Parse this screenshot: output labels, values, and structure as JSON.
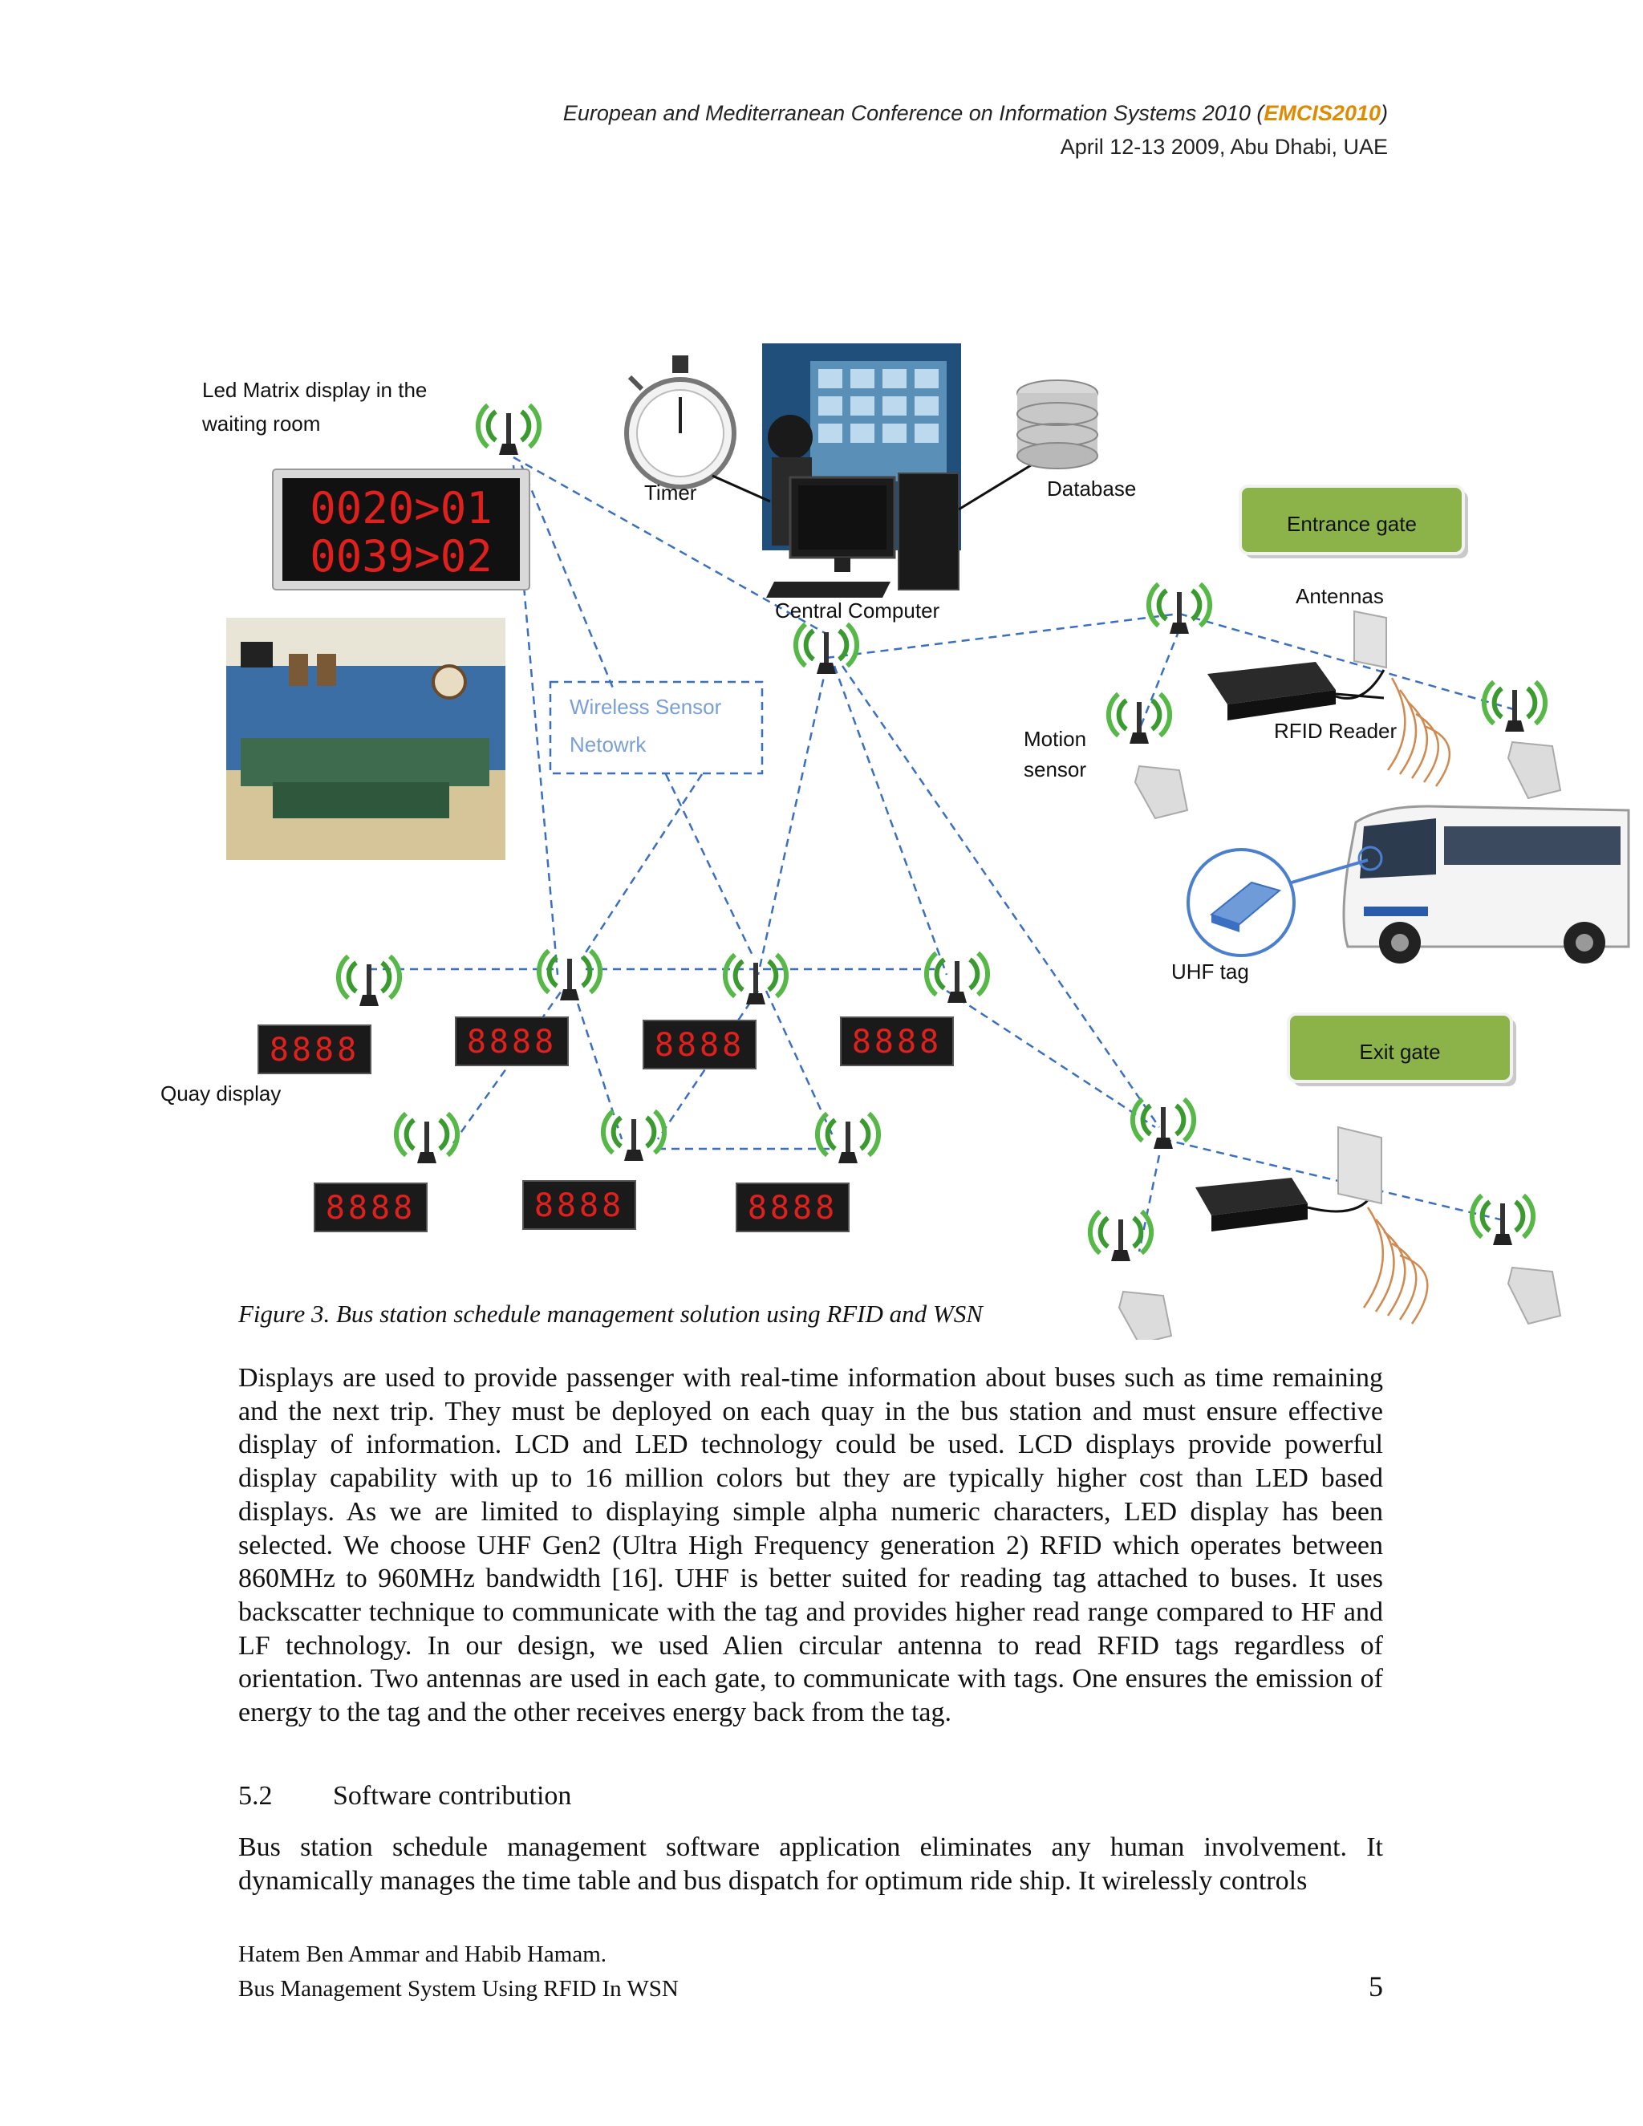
{
  "header": {
    "conference": "European and Mediterranean Conference on Information Systems 2010 (",
    "brand": "EMCIS2010",
    "close": ")",
    "date_place": "April 12-13 2009, Abu Dhabi,  UAE"
  },
  "figure": {
    "labels": {
      "led_matrix_line1": "Led Matrix display in the",
      "led_matrix_line2": "waiting room",
      "timer": "Timer",
      "database": "Database",
      "central_computer": "Central Computer",
      "wsn_line1": "Wireless Sensor",
      "wsn_line2": "Netowrk",
      "entrance_gate": "Entrance gate",
      "antennas": "Antennas",
      "motion_line1": "Motion",
      "motion_line2": "sensor",
      "rfid_reader": "RFID Reader",
      "uhf_tag": "UHF tag",
      "exit_gate": "Exit gate",
      "quay_display": "Quay display"
    },
    "led_matrix_rows": [
      "0020>01",
      "0039>02"
    ],
    "quay_digits": "8888",
    "colors": {
      "link": "#3a6fc2",
      "gate_button": "#8cb34a",
      "led_red": "#e0201c",
      "wsn_text": "#7a9fd4"
    }
  },
  "caption": "Figure 3. Bus station schedule management solution using RFID and WSN",
  "paragraph1": "Displays are used to provide passenger with real-time information about buses such as time remaining and the next trip. They must be deployed on each quay in the bus station and must ensure effective display of information. LCD and LED technology could be used. LCD displays provide powerful display capability with up to 16 million colors but they are typically higher cost than LED based displays. As we are limited to displaying simple alpha numeric characters, LED display has been selected. We choose UHF Gen2 (Ultra High Frequency generation 2) RFID which operates between 860MHz to 960MHz bandwidth [16]. UHF is better suited for reading tag attached to buses. It uses backscatter technique to communicate with the tag and provides higher read range compared to HF and LF technology. In our design, we used Alien circular antenna to read RFID tags regardless of orientation. Two antennas are used in each gate, to communicate with tags. One ensures the emission of energy to the tag and the other receives energy back from the tag.",
  "section": {
    "number": "5.2",
    "title": "Software contribution"
  },
  "paragraph2": "Bus station schedule management software application eliminates any human involvement. It dynamically manages the time table and bus dispatch for optimum ride ship. It wirelessly controls",
  "footer": {
    "authors": "Hatem Ben Ammar and Habib Hamam.",
    "title": "Bus Management System Using RFID In WSN",
    "page": "5"
  }
}
